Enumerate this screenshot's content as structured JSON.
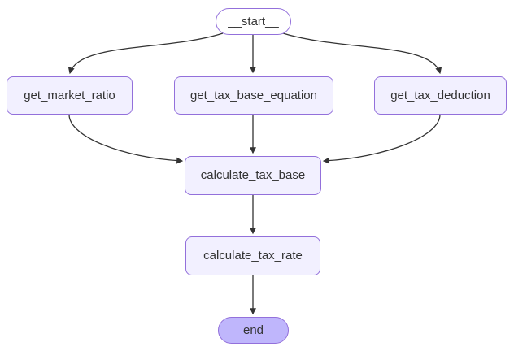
{
  "diagram": {
    "type": "flowchart",
    "orientation": "top-down",
    "colors": {
      "background": "#ffffff",
      "node_fill": "#f2f0ff",
      "node_border": "#9370db",
      "start_node_fill": "#ffffff",
      "end_node_fill": "#bfb6fc",
      "edge_color": "#333333",
      "text_color": "#333333"
    },
    "nodes": [
      {
        "id": "__start__",
        "label": "__start__",
        "shape": "stadium"
      },
      {
        "id": "get_market_ratio",
        "label": "get_market_ratio",
        "shape": "rounded-rect"
      },
      {
        "id": "get_tax_base_equation",
        "label": "get_tax_base_equation",
        "shape": "rounded-rect"
      },
      {
        "id": "get_tax_deduction",
        "label": "get_tax_deduction",
        "shape": "rounded-rect"
      },
      {
        "id": "calculate_tax_base",
        "label": "calculate_tax_base",
        "shape": "rounded-rect"
      },
      {
        "id": "calculate_tax_rate",
        "label": "calculate_tax_rate",
        "shape": "rounded-rect"
      },
      {
        "id": "__end__",
        "label": "__end__",
        "shape": "stadium"
      }
    ],
    "edges": [
      {
        "from": "__start__",
        "to": "get_market_ratio"
      },
      {
        "from": "__start__",
        "to": "get_tax_base_equation"
      },
      {
        "from": "__start__",
        "to": "get_tax_deduction"
      },
      {
        "from": "get_market_ratio",
        "to": "calculate_tax_base"
      },
      {
        "from": "get_tax_base_equation",
        "to": "calculate_tax_base"
      },
      {
        "from": "get_tax_deduction",
        "to": "calculate_tax_base"
      },
      {
        "from": "calculate_tax_base",
        "to": "calculate_tax_rate"
      },
      {
        "from": "calculate_tax_rate",
        "to": "__end__"
      }
    ]
  }
}
